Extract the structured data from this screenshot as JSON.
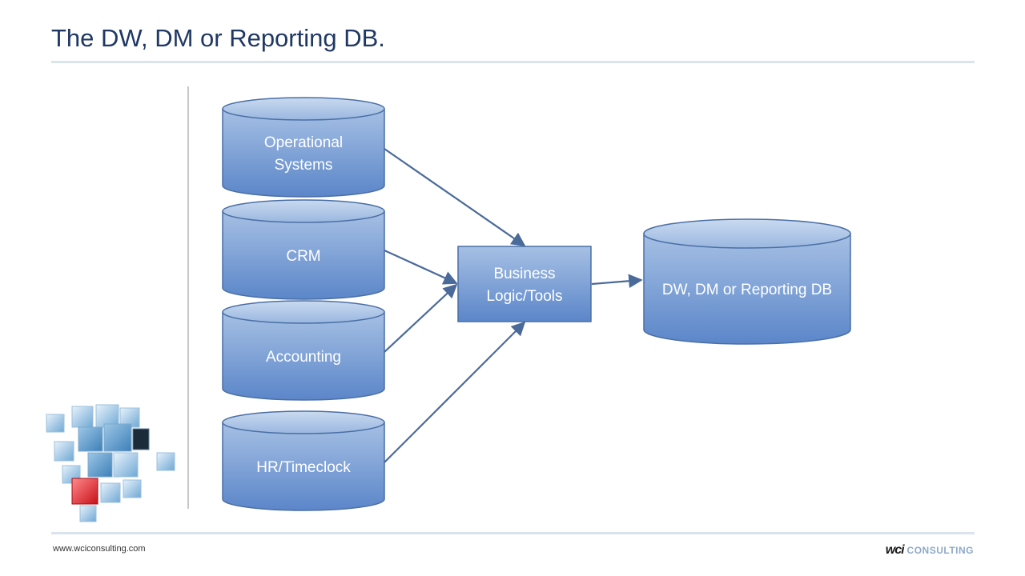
{
  "slide": {
    "title": "The DW, DM or Reporting DB."
  },
  "diagram": {
    "nodes": [
      {
        "id": "operational",
        "shape": "cylinder",
        "label_lines": [
          "Operational",
          "Systems"
        ]
      },
      {
        "id": "crm",
        "shape": "cylinder",
        "label_lines": [
          "CRM"
        ]
      },
      {
        "id": "accounting",
        "shape": "cylinder",
        "label_lines": [
          "Accounting"
        ]
      },
      {
        "id": "hr",
        "shape": "cylinder",
        "label_lines": [
          "HR/Timeclock"
        ]
      },
      {
        "id": "business",
        "shape": "box",
        "label_lines": [
          "Business",
          "Logic/Tools"
        ]
      },
      {
        "id": "dw",
        "shape": "cylinder",
        "label_lines": [
          "DW, DM or Reporting DB"
        ]
      }
    ],
    "edges": [
      {
        "from": "operational",
        "to": "business"
      },
      {
        "from": "crm",
        "to": "business"
      },
      {
        "from": "accounting",
        "to": "business"
      },
      {
        "from": "hr",
        "to": "business"
      },
      {
        "from": "business",
        "to": "dw"
      }
    ],
    "colors": {
      "fill_top": "#a6c0e4",
      "fill_bottom": "#5b86c9",
      "stroke": "#4a6fa5",
      "arrow": "#4a6a9a"
    }
  },
  "footer": {
    "url": "www.wciconsulting.com",
    "logo_mark": "wci",
    "logo_word": "CONSULTING"
  },
  "decoration": {
    "cube_graphic": "cube-cluster-graphic"
  }
}
